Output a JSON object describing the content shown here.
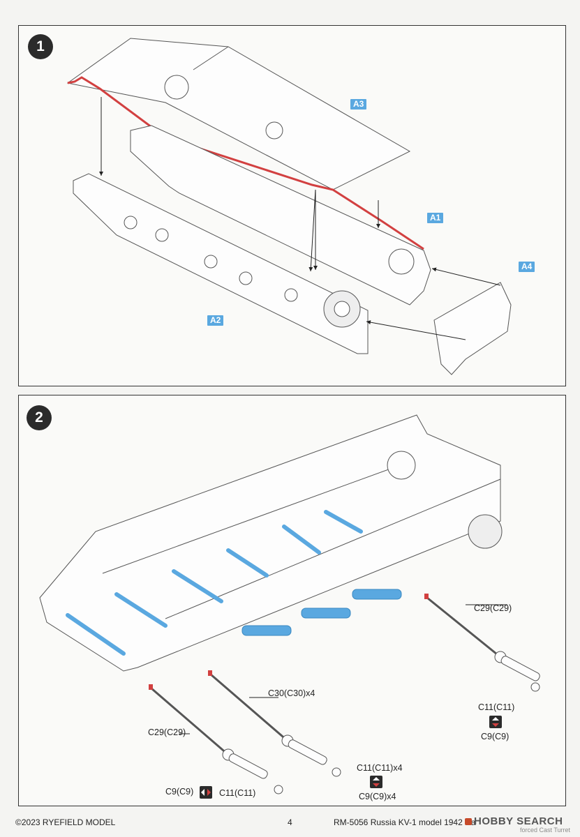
{
  "steps": [
    {
      "number": "1",
      "tags": [
        "A3",
        "A1",
        "A4",
        "A2"
      ]
    },
    {
      "number": "2",
      "callouts": {
        "c29_right": "C29(C29)",
        "c11_right": "C11(C11)",
        "c9_right": "C9(C9)",
        "c30_x4": "C30(C30)x4",
        "c29_left": "C29(C29)",
        "c11_x4": "C11(C11)x4",
        "c9_x4": "C9(C9)x4",
        "c9_left": "C9(C9)",
        "c11_left": "C11(C11)"
      }
    }
  ],
  "footer": {
    "copyright": "©2023 RYEFIELD MODEL",
    "page_number": "4",
    "product": "RM-5056 Russia KV-1 model 1942 Ra",
    "product_tail": "forced Cast Turret",
    "watermark": "HOBBY SEARCH"
  },
  "colors": {
    "highlight_red": "#d24040",
    "part_blue": "#5aa8e0",
    "badge_dark": "#2b2b2b"
  }
}
